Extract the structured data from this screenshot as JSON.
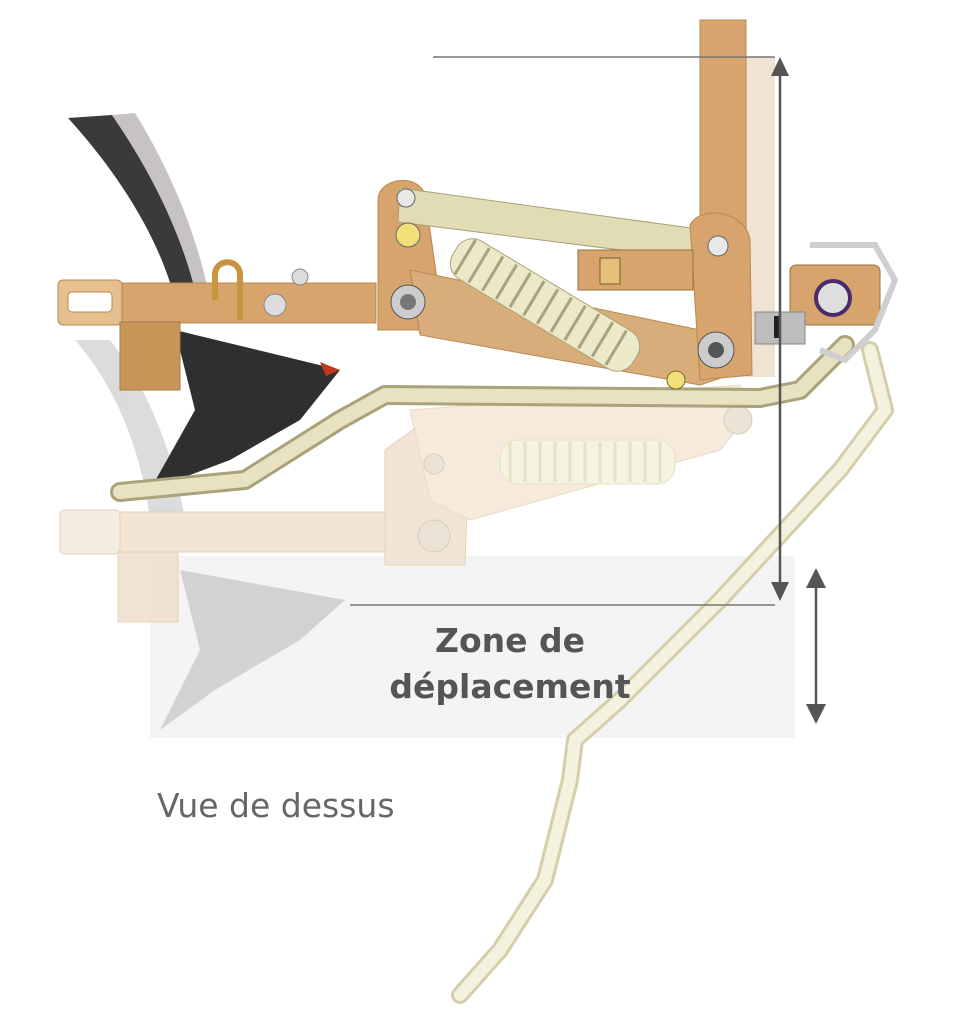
{
  "labels": {
    "zone_line1": "Zone de",
    "zone_line2": "déplacement",
    "view": "Vue de dessus"
  },
  "colors": {
    "frame": "#d6a46c",
    "frame_ghost": "#f1e3d2",
    "tine_dark": "#3a3a3a",
    "tine_ghost": "#c9c9c9",
    "rod": "#e8e2c0",
    "rod_ghost": "#f2efdf",
    "spring": "#ece9c8",
    "arrow": "#555555",
    "zone_bg": "#f4f4f4",
    "text": "#555555"
  },
  "icons": {
    "measure_arrow": "double-arrow-vertical",
    "displacement_arrow": "double-arrow-vertical"
  }
}
